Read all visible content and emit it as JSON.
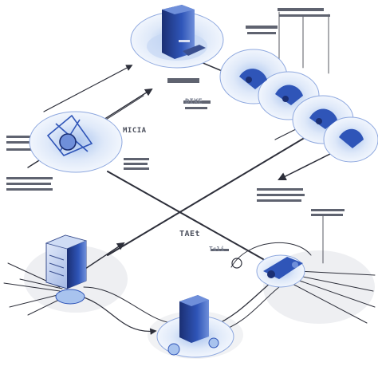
{
  "diagram": {
    "text_labels": {
      "center_mark": "TAEt",
      "lower_mark": "Tsli",
      "left_mark": "MICIA",
      "upper_mark": "DIXE"
    },
    "colors": {
      "background": "#ffffff",
      "line": "#2d2f3a",
      "device_blue": "#2f55b8",
      "device_dark": "#1b2f73",
      "halo_light": "#dfe9f9",
      "halo_mid": "#a8c3ee",
      "shadow": "#e6e7ea",
      "label_bar": "#5f6370"
    },
    "nodes": [
      {
        "name": "top-server",
        "icon": "server-tower-icon"
      },
      {
        "name": "left-router",
        "icon": "router-hub-icon"
      },
      {
        "name": "right-client-cluster",
        "icon": "client-cluster-icon"
      },
      {
        "name": "bottom-left-server",
        "icon": "server-rack-icon"
      },
      {
        "name": "bottom-server",
        "icon": "server-tower-icon"
      },
      {
        "name": "right-switch",
        "icon": "switch-hub-icon"
      }
    ]
  }
}
